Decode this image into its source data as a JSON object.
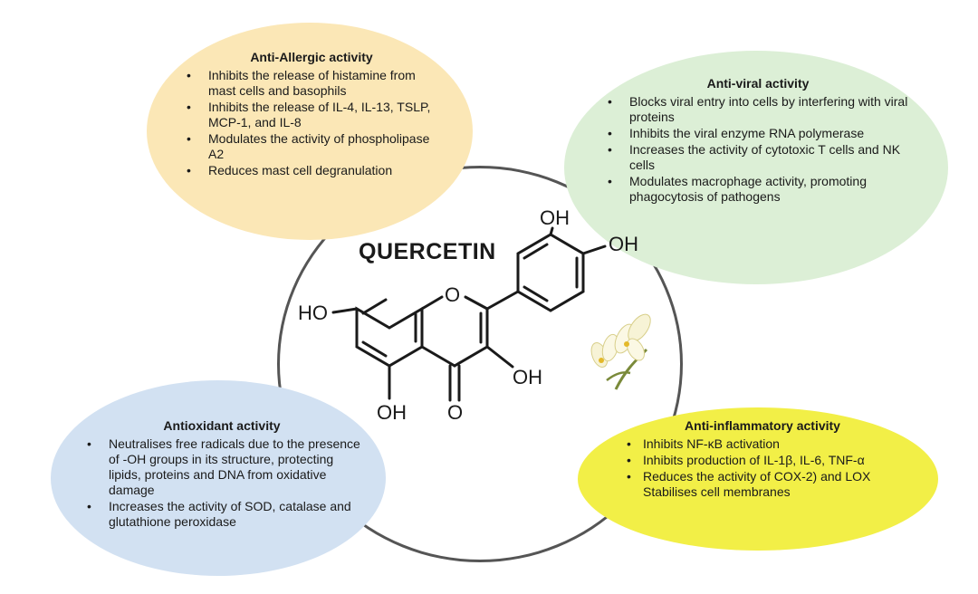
{
  "center": {
    "title": "QUERCETIN",
    "labels": {
      "oh_top": "OH",
      "oh_right": "OH",
      "ho_left": "HO",
      "ring_o": "O",
      "oh_3": "OH",
      "oh_5": "OH",
      "carbonyl_o": "O"
    }
  },
  "bubbles": {
    "allergic": {
      "title": "Anti-Allergic activity",
      "color": "#fbe7b6",
      "items": [
        "Inhibits the release of histamine from mast cells and basophils",
        "Inhibits the release of IL-4, IL-13, TSLP, MCP-1, and IL-8",
        "Modulates the activity of phospholipase A2",
        "Reduces mast cell degranulation"
      ]
    },
    "viral": {
      "title": "Anti-viral activity",
      "color": "#dcefd6",
      "items": [
        "Blocks viral entry into cells by interfering with viral proteins",
        "Inhibits the viral enzyme RNA polymerase",
        "Increases the activity of cytotoxic T cells and NK cells",
        "Modulates macrophage activity, promoting phagocytosis of pathogens"
      ]
    },
    "antioxidant": {
      "title": "Antioxidant activity",
      "color": "#d2e1f2",
      "items": [
        "Neutralises free radicals due to the presence of -OH groups in its structure, protecting lipids, proteins and DNA from oxidative damage",
        "Increases the activity of SOD, catalase and glutathione peroxidase"
      ]
    },
    "inflammatory": {
      "title": "Anti-inflammatory activity",
      "color": "#f2ef47",
      "items": [
        "Inhibits NF-κB activation",
        "Inhibits production of IL-1β, IL-6, TNF-α",
        "Reduces the activity of COX-2) and LOX Stabilises cell membranes"
      ]
    }
  },
  "icons": {
    "flower": "white-flower-icon"
  }
}
